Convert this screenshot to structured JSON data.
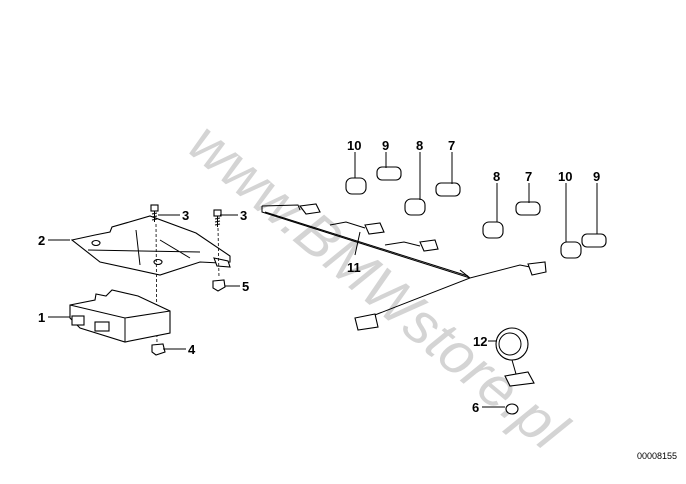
{
  "watermark": "www.BMWstore.pl",
  "catalog_number": "00008155",
  "callouts": {
    "c1": "1",
    "c2": "2",
    "c3a": "3",
    "c3b": "3",
    "c4": "4",
    "c5": "5",
    "c6": "6",
    "c7a": "7",
    "c7b": "7",
    "c8a": "8",
    "c8b": "8",
    "c9a": "9",
    "c9b": "9",
    "c10a": "10",
    "c10b": "10",
    "c11": "11",
    "c12": "12"
  }
}
